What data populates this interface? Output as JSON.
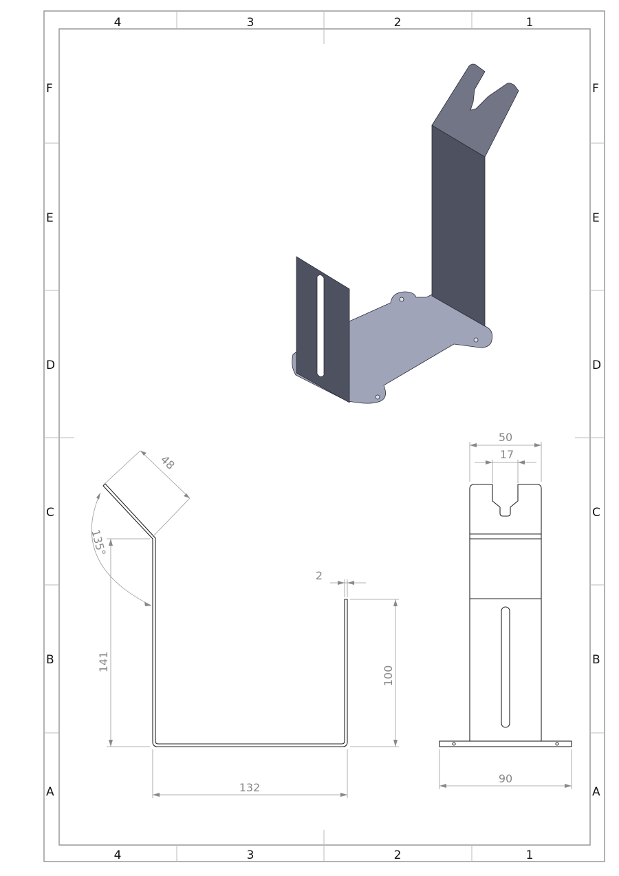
{
  "zones": {
    "columns": [
      "4",
      "3",
      "2",
      "1"
    ],
    "rows": [
      "F",
      "E",
      "D",
      "C",
      "B",
      "A"
    ]
  },
  "dimensions": {
    "flange_length": "48",
    "bend_angle": "135°",
    "left_height": "141",
    "thickness": "2",
    "right_height": "100",
    "base_width": "132",
    "top_width": "50",
    "notch_width": "17",
    "foot_width": "90"
  },
  "colors": {
    "part_dark": "#4e5160",
    "part_light": "#a0a4b8",
    "part_top": "#717585"
  }
}
